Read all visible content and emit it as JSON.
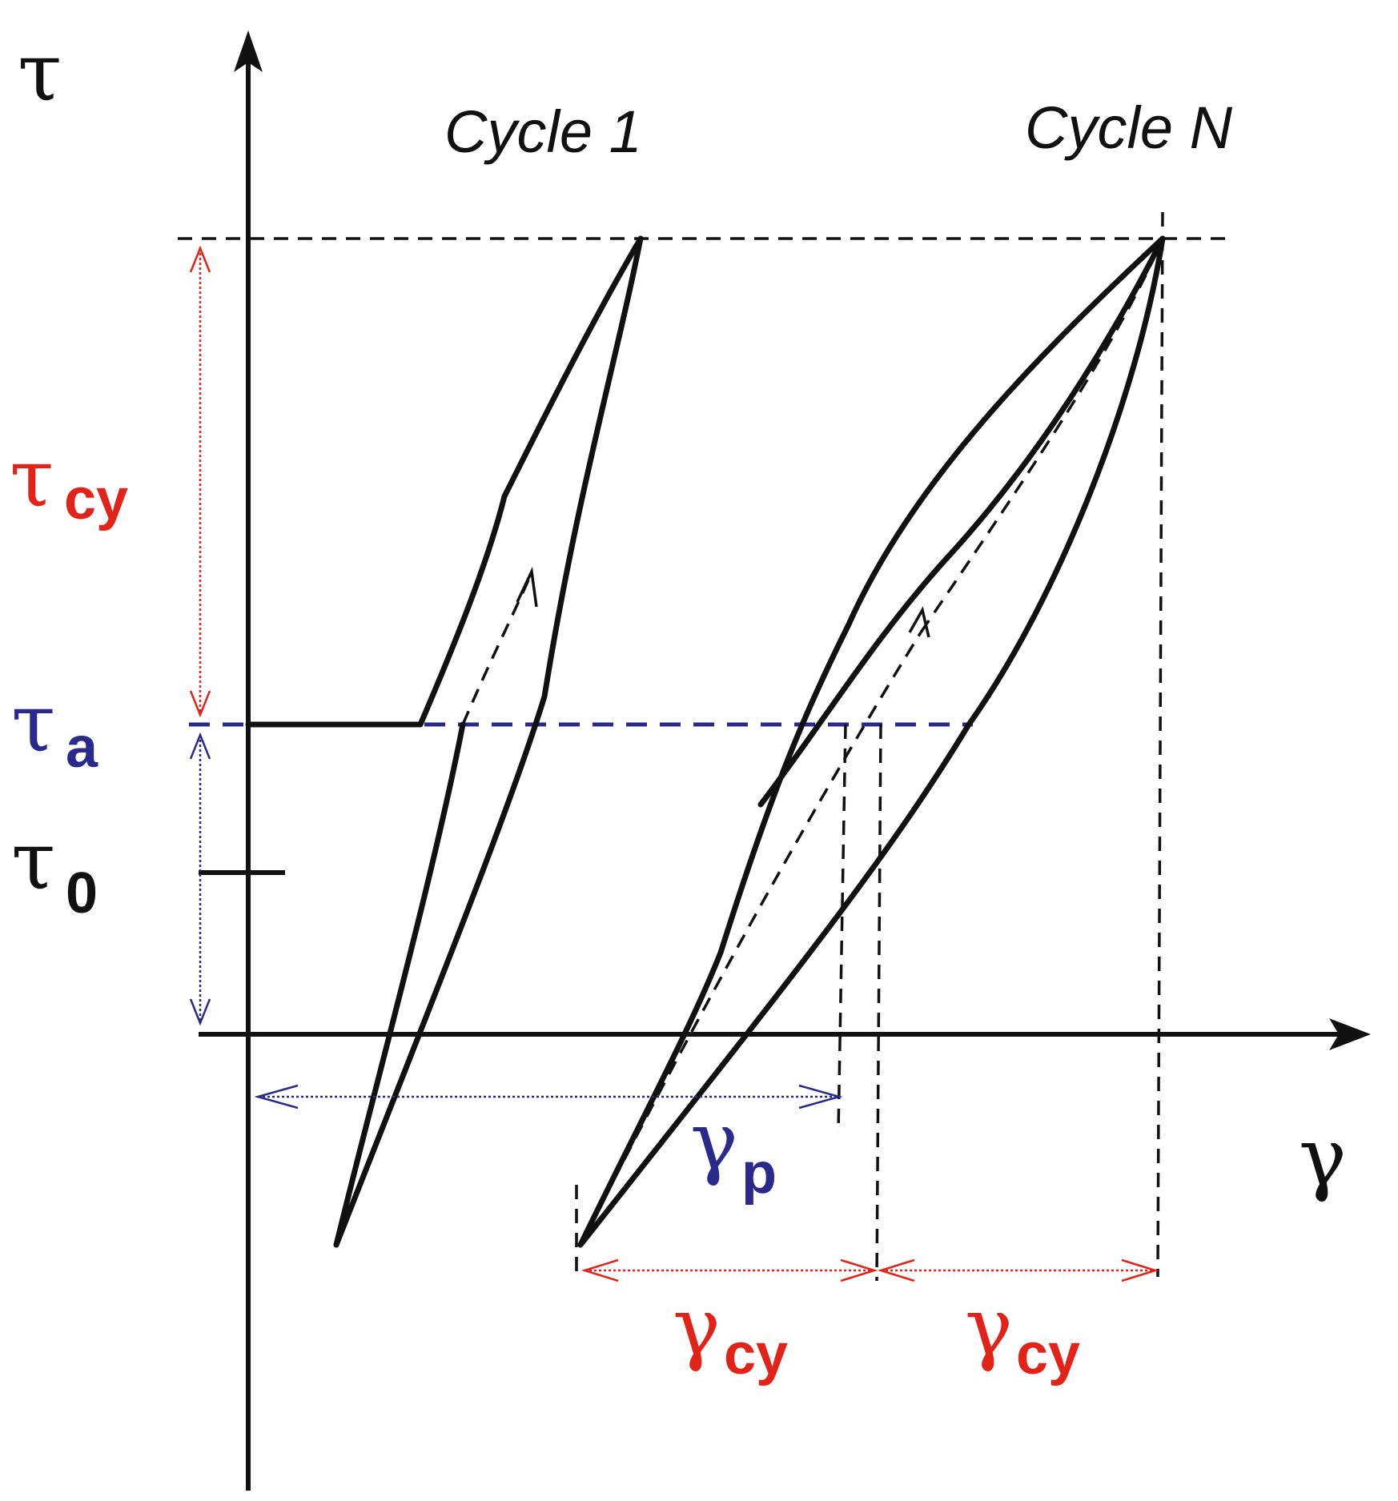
{
  "labels": {
    "tau_axis": "τ",
    "gamma_axis": "γ",
    "cycle_1": "Cycle 1",
    "cycle_n": "Cycle N",
    "tau_cy_symbol": "τ",
    "tau_cy_sub": "cy",
    "tau_a_symbol": "τ",
    "tau_a_sub": "a",
    "tau_0_symbol": "τ",
    "tau_0_sub": "0",
    "gamma_p_symbol": "γ",
    "gamma_p_sub": "p",
    "gamma_cy_1_symbol": "γ",
    "gamma_cy_1_sub": "cy",
    "gamma_cy_2_symbol": "γ",
    "gamma_cy_2_sub": "cy"
  },
  "colors": {
    "curve": "#111111",
    "cyclic_annotation": "#e2231a",
    "average_annotation": "#2b2a8c"
  }
}
